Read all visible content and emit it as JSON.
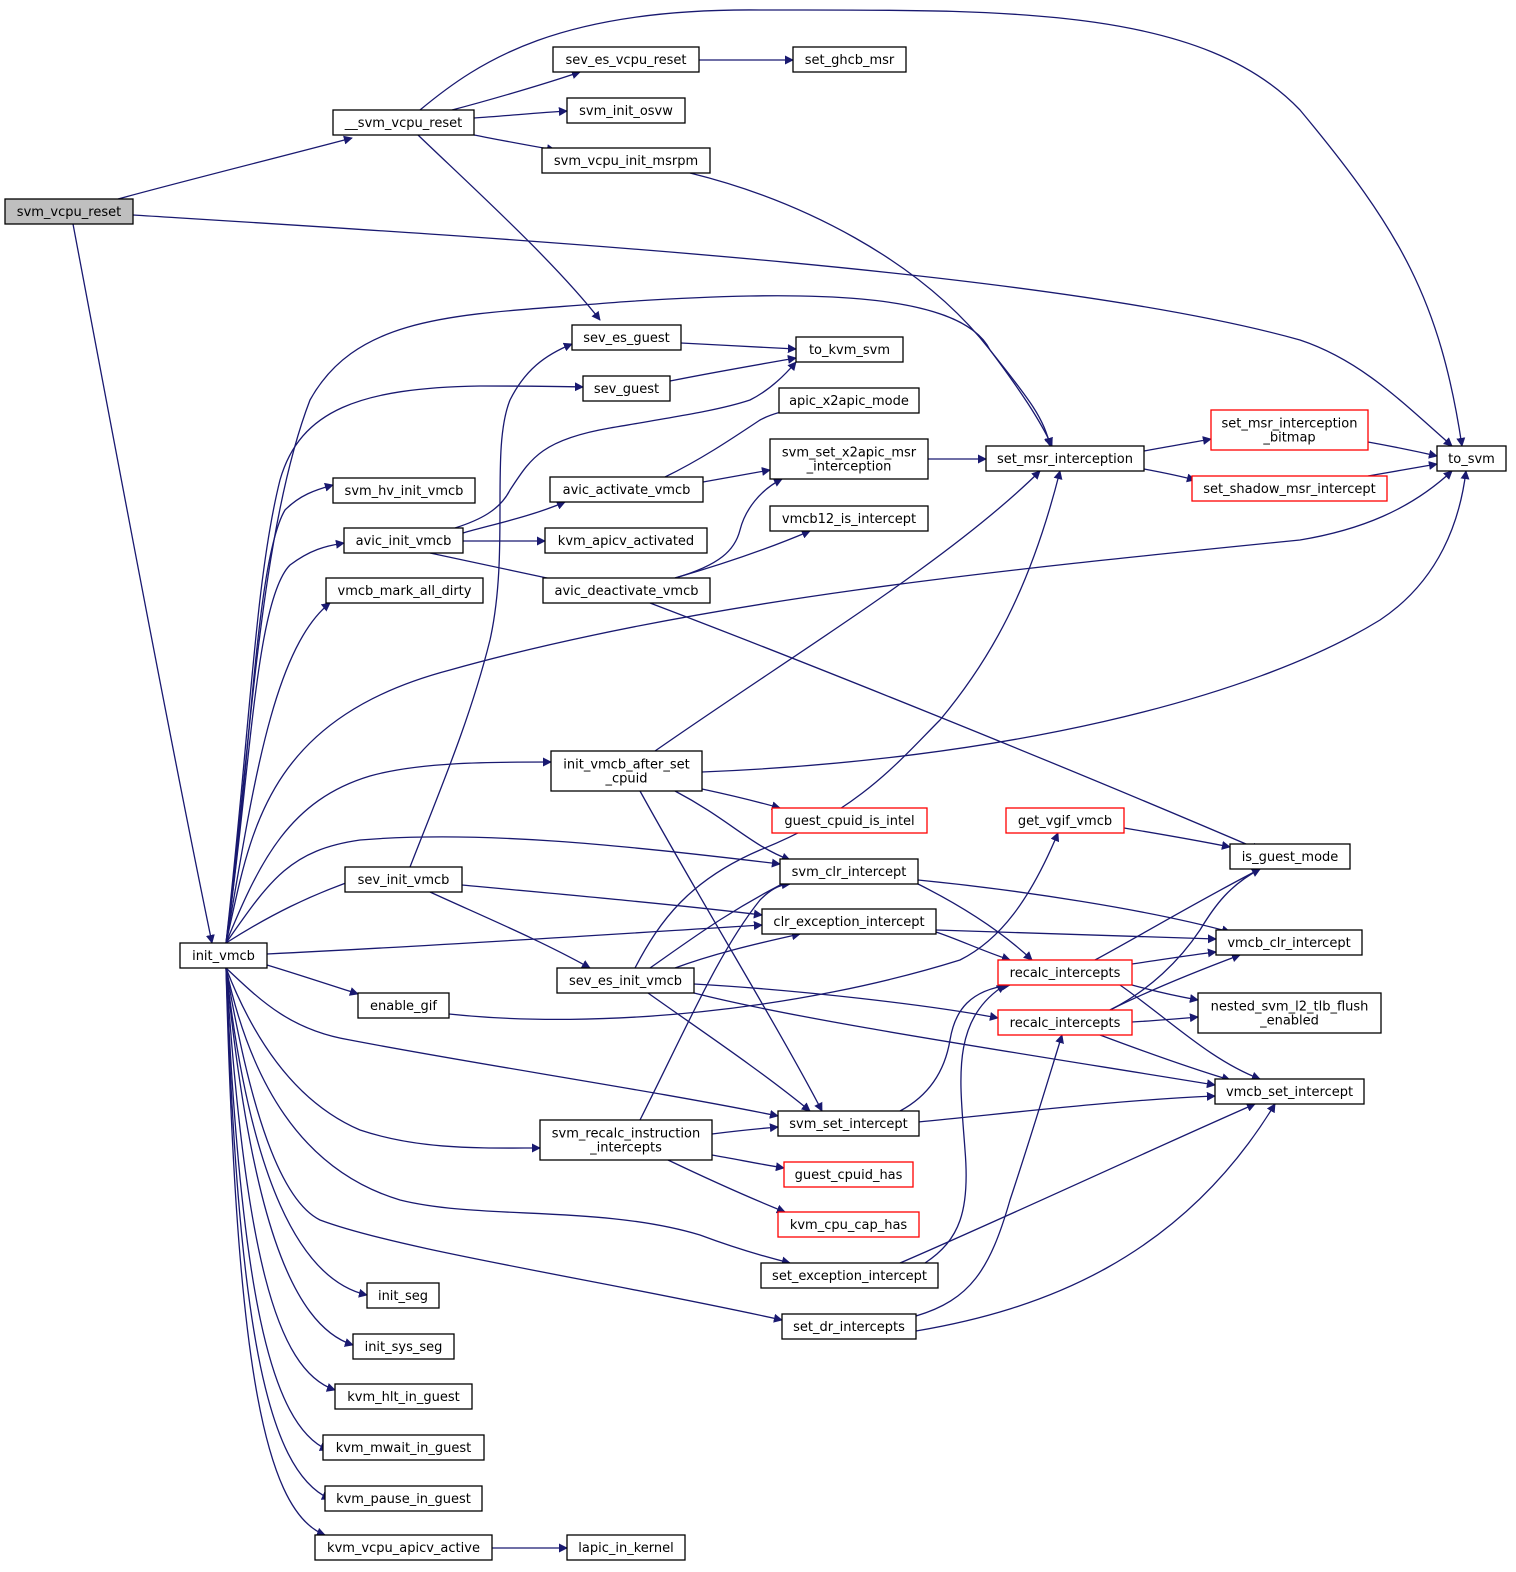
{
  "graph": {
    "nodes": [
      {
        "id": "svm_vcpu_reset",
        "lines": [
          "svm_vcpu_reset"
        ],
        "root": true
      },
      {
        "id": "__svm_vcpu_reset",
        "lines": [
          "__svm_vcpu_reset"
        ]
      },
      {
        "id": "init_vmcb",
        "lines": [
          "init_vmcb"
        ]
      },
      {
        "id": "to_svm",
        "lines": [
          "to_svm"
        ]
      },
      {
        "id": "sev_es_vcpu_reset",
        "lines": [
          "sev_es_vcpu_reset"
        ]
      },
      {
        "id": "set_ghcb_msr",
        "lines": [
          "set_ghcb_msr"
        ]
      },
      {
        "id": "svm_init_osvw",
        "lines": [
          "svm_init_osvw"
        ]
      },
      {
        "id": "svm_vcpu_init_msrpm",
        "lines": [
          "svm_vcpu_init_msrpm"
        ]
      },
      {
        "id": "sev_es_guest",
        "lines": [
          "sev_es_guest"
        ]
      },
      {
        "id": "to_kvm_svm",
        "lines": [
          "to_kvm_svm"
        ]
      },
      {
        "id": "sev_guest",
        "lines": [
          "sev_guest"
        ]
      },
      {
        "id": "apic_x2apic_mode",
        "lines": [
          "apic_x2apic_mode"
        ]
      },
      {
        "id": "svm_set_x2apic_msr_interception",
        "lines": [
          "svm_set_x2apic_msr",
          "_interception"
        ]
      },
      {
        "id": "set_msr_interception",
        "lines": [
          "set_msr_interception"
        ]
      },
      {
        "id": "set_msr_interception_bitmap",
        "lines": [
          "set_msr_interception",
          "_bitmap"
        ],
        "truncated": true
      },
      {
        "id": "set_shadow_msr_intercept",
        "lines": [
          "set_shadow_msr_intercept"
        ],
        "truncated": true
      },
      {
        "id": "svm_hv_init_vmcb",
        "lines": [
          "svm_hv_init_vmcb"
        ]
      },
      {
        "id": "avic_activate_vmcb",
        "lines": [
          "avic_activate_vmcb"
        ]
      },
      {
        "id": "avic_init_vmcb",
        "lines": [
          "avic_init_vmcb"
        ]
      },
      {
        "id": "kvm_apicv_activated",
        "lines": [
          "kvm_apicv_activated"
        ]
      },
      {
        "id": "vmcb12_is_intercept",
        "lines": [
          "vmcb12_is_intercept"
        ]
      },
      {
        "id": "vmcb_mark_all_dirty",
        "lines": [
          "vmcb_mark_all_dirty"
        ]
      },
      {
        "id": "avic_deactivate_vmcb",
        "lines": [
          "avic_deactivate_vmcb"
        ]
      },
      {
        "id": "init_vmcb_after_set_cpuid",
        "lines": [
          "init_vmcb_after_set",
          "_cpuid"
        ]
      },
      {
        "id": "guest_cpuid_is_intel",
        "lines": [
          "guest_cpuid_is_intel"
        ],
        "truncated": true
      },
      {
        "id": "get_vgif_vmcb",
        "lines": [
          "get_vgif_vmcb"
        ],
        "truncated": true
      },
      {
        "id": "is_guest_mode",
        "lines": [
          "is_guest_mode"
        ]
      },
      {
        "id": "svm_clr_intercept",
        "lines": [
          "svm_clr_intercept"
        ]
      },
      {
        "id": "sev_init_vmcb",
        "lines": [
          "sev_init_vmcb"
        ]
      },
      {
        "id": "clr_exception_intercept",
        "lines": [
          "clr_exception_intercept"
        ]
      },
      {
        "id": "vmcb_clr_intercept",
        "lines": [
          "vmcb_clr_intercept"
        ]
      },
      {
        "id": "sev_es_init_vmcb",
        "lines": [
          "sev_es_init_vmcb"
        ]
      },
      {
        "id": "recalc_intercepts_1",
        "lines": [
          "recalc_intercepts"
        ],
        "truncated": true
      },
      {
        "id": "nested_svm_l2_tlb_flush_enabled",
        "lines": [
          "nested_svm_l2_tlb_flush",
          "_enabled"
        ]
      },
      {
        "id": "enable_gif",
        "lines": [
          "enable_gif"
        ]
      },
      {
        "id": "recalc_intercepts_2",
        "lines": [
          "recalc_intercepts"
        ],
        "truncated": true
      },
      {
        "id": "vmcb_set_intercept",
        "lines": [
          "vmcb_set_intercept"
        ]
      },
      {
        "id": "svm_set_intercept",
        "lines": [
          "svm_set_intercept"
        ]
      },
      {
        "id": "svm_recalc_instruction_intercepts",
        "lines": [
          "svm_recalc_instruction",
          "_intercepts"
        ]
      },
      {
        "id": "guest_cpuid_has",
        "lines": [
          "guest_cpuid_has"
        ],
        "truncated": true
      },
      {
        "id": "kvm_cpu_cap_has",
        "lines": [
          "kvm_cpu_cap_has"
        ],
        "truncated": true
      },
      {
        "id": "set_exception_intercept",
        "lines": [
          "set_exception_intercept"
        ]
      },
      {
        "id": "init_seg",
        "lines": [
          "init_seg"
        ]
      },
      {
        "id": "set_dr_intercepts",
        "lines": [
          "set_dr_intercepts"
        ]
      },
      {
        "id": "init_sys_seg",
        "lines": [
          "init_sys_seg"
        ]
      },
      {
        "id": "kvm_hlt_in_guest",
        "lines": [
          "kvm_hlt_in_guest"
        ]
      },
      {
        "id": "kvm_mwait_in_guest",
        "lines": [
          "kvm_mwait_in_guest"
        ]
      },
      {
        "id": "kvm_pause_in_guest",
        "lines": [
          "kvm_pause_in_guest"
        ]
      },
      {
        "id": "kvm_vcpu_apicv_active",
        "lines": [
          "kvm_vcpu_apicv_active"
        ]
      },
      {
        "id": "lapic_in_kernel",
        "lines": [
          "lapic_in_kernel"
        ]
      }
    ],
    "edges": [
      [
        "svm_vcpu_reset",
        "__svm_vcpu_reset"
      ],
      [
        "svm_vcpu_reset",
        "to_svm"
      ],
      [
        "svm_vcpu_reset",
        "init_vmcb"
      ],
      [
        "__svm_vcpu_reset",
        "to_svm"
      ],
      [
        "__svm_vcpu_reset",
        "sev_es_vcpu_reset"
      ],
      [
        "__svm_vcpu_reset",
        "svm_init_osvw"
      ],
      [
        "__svm_vcpu_reset",
        "svm_vcpu_init_msrpm"
      ],
      [
        "__svm_vcpu_reset",
        "sev_es_guest"
      ],
      [
        "sev_es_vcpu_reset",
        "set_ghcb_msr"
      ],
      [
        "svm_vcpu_init_msrpm",
        "set_msr_interception"
      ],
      [
        "sev_es_guest",
        "to_kvm_svm"
      ],
      [
        "sev_guest",
        "to_kvm_svm"
      ],
      [
        "avic_activate_vmcb",
        "apic_x2apic_mode"
      ],
      [
        "avic_activate_vmcb",
        "svm_set_x2apic_msr_interception"
      ],
      [
        "svm_set_x2apic_msr_interception",
        "set_msr_interception"
      ],
      [
        "set_msr_interception",
        "set_msr_interception_bitmap"
      ],
      [
        "set_msr_interception",
        "set_shadow_msr_intercept"
      ],
      [
        "set_msr_interception_bitmap",
        "to_svm"
      ],
      [
        "set_shadow_msr_intercept",
        "to_svm"
      ],
      [
        "avic_init_vmcb",
        "to_kvm_svm"
      ],
      [
        "avic_init_vmcb",
        "avic_activate_vmcb"
      ],
      [
        "avic_init_vmcb",
        "kvm_apicv_activated"
      ],
      [
        "avic_init_vmcb",
        "avic_deactivate_vmcb"
      ],
      [
        "avic_deactivate_vmcb",
        "vmcb12_is_intercept"
      ],
      [
        "avic_deactivate_vmcb",
        "svm_set_x2apic_msr_interception"
      ],
      [
        "avic_deactivate_vmcb",
        "is_guest_mode"
      ],
      [
        "init_vmcb",
        "set_msr_interception"
      ],
      [
        "init_vmcb",
        "sev_guest"
      ],
      [
        "init_vmcb",
        "svm_hv_init_vmcb"
      ],
      [
        "init_vmcb",
        "avic_init_vmcb"
      ],
      [
        "init_vmcb",
        "vmcb_mark_all_dirty"
      ],
      [
        "init_vmcb",
        "to_svm"
      ],
      [
        "init_vmcb",
        "init_vmcb_after_set_cpuid"
      ],
      [
        "init_vmcb",
        "svm_clr_intercept"
      ],
      [
        "init_vmcb",
        "sev_init_vmcb"
      ],
      [
        "init_vmcb",
        "clr_exception_intercept"
      ],
      [
        "init_vmcb",
        "enable_gif"
      ],
      [
        "init_vmcb",
        "svm_set_intercept"
      ],
      [
        "init_vmcb",
        "svm_recalc_instruction_intercepts"
      ],
      [
        "init_vmcb",
        "set_exception_intercept"
      ],
      [
        "init_vmcb",
        "set_dr_intercepts"
      ],
      [
        "init_vmcb",
        "init_seg"
      ],
      [
        "init_vmcb",
        "init_sys_seg"
      ],
      [
        "init_vmcb",
        "kvm_hlt_in_guest"
      ],
      [
        "init_vmcb",
        "kvm_mwait_in_guest"
      ],
      [
        "init_vmcb",
        "kvm_pause_in_guest"
      ],
      [
        "init_vmcb",
        "kvm_vcpu_apicv_active"
      ],
      [
        "init_vmcb_after_set_cpuid",
        "set_msr_interception"
      ],
      [
        "init_vmcb_after_set_cpuid",
        "to_svm"
      ],
      [
        "init_vmcb_after_set_cpuid",
        "guest_cpuid_is_intel"
      ],
      [
        "init_vmcb_after_set_cpuid",
        "svm_clr_intercept"
      ],
      [
        "init_vmcb_after_set_cpuid",
        "svm_set_intercept"
      ],
      [
        "sev_init_vmcb",
        "sev_es_guest"
      ],
      [
        "sev_init_vmcb",
        "clr_exception_intercept"
      ],
      [
        "sev_init_vmcb",
        "sev_es_init_vmcb"
      ],
      [
        "sev_es_init_vmcb",
        "set_msr_interception"
      ],
      [
        "sev_es_init_vmcb",
        "svm_clr_intercept"
      ],
      [
        "sev_es_init_vmcb",
        "clr_exception_intercept"
      ],
      [
        "sev_es_init_vmcb",
        "recalc_intercepts_2"
      ],
      [
        "sev_es_init_vmcb",
        "vmcb_set_intercept"
      ],
      [
        "sev_es_init_vmcb",
        "svm_set_intercept"
      ],
      [
        "get_vgif_vmcb",
        "is_guest_mode"
      ],
      [
        "enable_gif",
        "get_vgif_vmcb"
      ],
      [
        "svm_clr_intercept",
        "vmcb_clr_intercept"
      ],
      [
        "svm_clr_intercept",
        "recalc_intercepts_1"
      ],
      [
        "clr_exception_intercept",
        "vmcb_clr_intercept"
      ],
      [
        "clr_exception_intercept",
        "recalc_intercepts_1"
      ],
      [
        "recalc_intercepts_1",
        "is_guest_mode"
      ],
      [
        "recalc_intercepts_1",
        "vmcb_clr_intercept"
      ],
      [
        "recalc_intercepts_1",
        "nested_svm_l2_tlb_flush_enabled"
      ],
      [
        "recalc_intercepts_1",
        "vmcb_set_intercept"
      ],
      [
        "recalc_intercepts_2",
        "is_guest_mode"
      ],
      [
        "recalc_intercepts_2",
        "vmcb_clr_intercept"
      ],
      [
        "recalc_intercepts_2",
        "nested_svm_l2_tlb_flush_enabled"
      ],
      [
        "recalc_intercepts_2",
        "vmcb_set_intercept"
      ],
      [
        "svm_set_intercept",
        "vmcb_set_intercept"
      ],
      [
        "svm_set_intercept",
        "recalc_intercepts_1"
      ],
      [
        "svm_recalc_instruction_intercepts",
        "svm_set_intercept"
      ],
      [
        "svm_recalc_instruction_intercepts",
        "svm_clr_intercept"
      ],
      [
        "svm_recalc_instruction_intercepts",
        "guest_cpuid_has"
      ],
      [
        "svm_recalc_instruction_intercepts",
        "kvm_cpu_cap_has"
      ],
      [
        "set_exception_intercept",
        "vmcb_set_intercept"
      ],
      [
        "set_exception_intercept",
        "recalc_intercepts_1"
      ],
      [
        "set_dr_intercepts",
        "vmcb_set_intercept"
      ],
      [
        "set_dr_intercepts",
        "recalc_intercepts_2"
      ],
      [
        "kvm_vcpu_apicv_active",
        "lapic_in_kernel"
      ]
    ]
  }
}
